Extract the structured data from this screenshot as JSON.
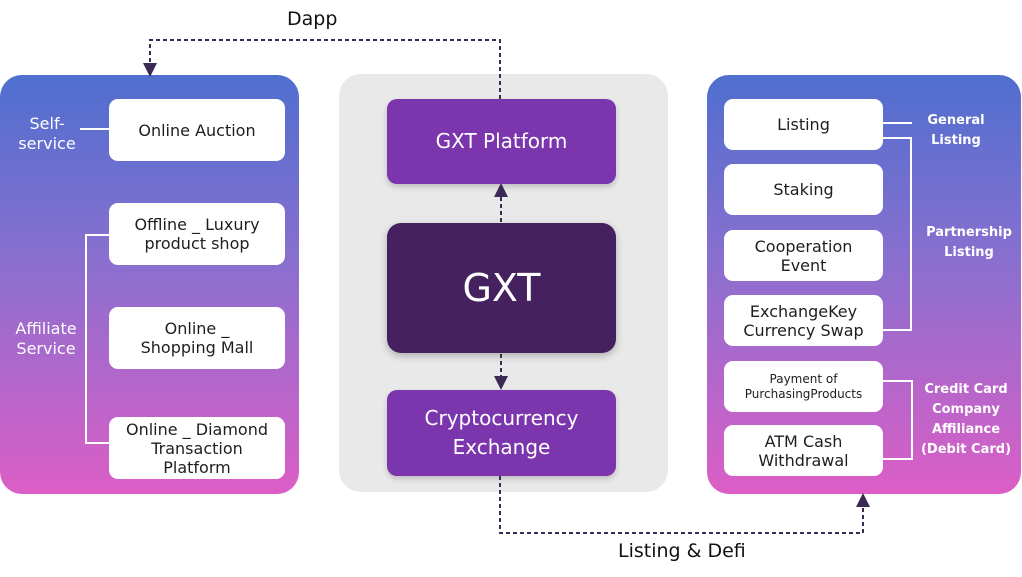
{
  "labels": {
    "dapp": "Dapp",
    "listing_defi": "Listing & Defi"
  },
  "left_panel": {
    "self_service_label": "Self-\nservice",
    "affiliate_service_label": "Affiliate\nService",
    "online_auction": "Online Auction",
    "offline_luxury": "Offline _ Luxury\nproduct shop",
    "online_shopping": "Online _\nShopping Mall",
    "online_diamond": "Online _ Diamond\nTransaction Platform"
  },
  "center_panel": {
    "gxt_platform": "GXT Platform",
    "gxt": "GXT",
    "crypto_exchange": "Cryptocurrency\nExchange"
  },
  "right_panel": {
    "listing": "Listing",
    "staking": "Staking",
    "cooperation_event": "Cooperation\nEvent",
    "exchangekey_swap": "ExchangeKey\nCurrency Swap",
    "payment_purchasing": "Payment of\nPurchasingProducts",
    "atm_withdrawal": "ATM Cash\nWithdrawal",
    "general_listing_label": "General\nListing",
    "partnership_listing_label": "Partnership\nListing",
    "credit_card_label": "Credit Card\nCompany\nAffiliance\n(Debit Card)"
  },
  "colors": {
    "panel_gradient_top": "#4f6fcf",
    "panel_gradient_bottom": "#dc5ec6",
    "purple_box": "#7b35ad",
    "gxt_box": "#46215f",
    "dashed_line": "#3a2a55"
  }
}
